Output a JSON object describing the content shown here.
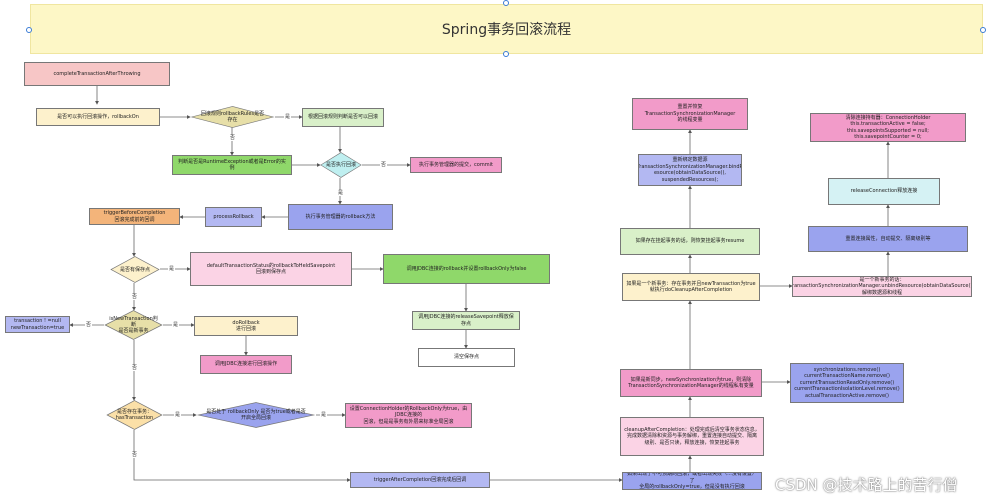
{
  "title": "Spring事务回滚流程",
  "watermark": "CSDN @技术路上的苦行僧",
  "nodes": {
    "n_complete": "completeTransactionAfterThrowing",
    "n_canrollback": "是否可以执行回滚操作，rollbackOn",
    "n_rules": "回滚规则rollbackRules是否存在",
    "n_byrules": "根据回滚规则判断是否可以回滚",
    "n_runtime": "判断是否是RuntimeException或者是Error的实例",
    "n_exec": "是否执行回滚",
    "n_commit": "执行事务管理器的提交，commit",
    "n_rollbackmethod": "执行事务管理器的rollback方法",
    "n_process": "processRollback",
    "n_trigger_before": "triggerBeforeCompletion\n回滚完成前的回调",
    "n_hassave": "是否有保存点",
    "n_default": "defaultTransactionStatus的rollbackToHeldSavepoint\n回滚到保存点",
    "n_jdbc_rbonly": "调用JDBC连接的rollback并设置rollbackOnly为false",
    "n_jdbc_release": "调用JDBC连接的releaseSavepoint释放保存点",
    "n_clear_save": "清空保存点",
    "n_isnew": "isNewTransaction判断\n是否是新事务",
    "n_txnull": "transaction ! =null\nnewTransaction=true",
    "n_dorollback": "doRollback\n进行回滚",
    "n_jdbc_rb": "调用JDBC连接进行回滚操作",
    "n_exists": "是否存在事务：\nhasTransaction",
    "n_partial": "是否处于 rollbackOnly 是否为true或者是否\n开启全局回滚",
    "n_setrbonly": "设置ConnectionHolder的RollbackOnly为true，由JDBC连接的\n回滚，但是是事务有外层来标准全局回滚",
    "n_trigger_after": "triggerAfterCompletion回滚完成后回调",
    "n_unexpected": "如果出现了不可预期的回滚，或者出现失败（...没有设置）了\n全局的rollbackOnly=true，但是没有执行回滚",
    "n_cleanup": "cleanupAfterCompletion：处理完成后清空事务状态信息，\n完成数据清除和资源与事务解绑，重置连接自动提交、隔离\n级别、是否只读，释放连接，恢复挂起事务",
    "n_newsync": "如果是新同步，newSynchronization为true，则清除\nTransactionSynchronizationManager的线程私有变量",
    "n_syncs": "synchronizations.remove()\ncurrentTransactionName.remove()\ncurrentTransactionReadOnly.remove()\ncurrentTransactionIsolationLevel.remove()\nactualTransactionActive.remove()",
    "n_isnewtx": "如果是一个新事务：存在事务并且newTransaction为true\n就执行doCleanupAfterCompletion",
    "n_resume": "如果存在挂起事务的话，则恢复挂起事务resume",
    "n_rebind": "重新绑定数据源\nTransactionSynchronizationManager.bindR\nesource(obtainDataSource(),\nsuspendedResources);",
    "n_reset": "重置并恢复\nTransactionSynchronizationManager\n的线程变量",
    "n_unbind": "是一个新事务的话：\nTransactionSynchronizationManager.unbindResource(obtainDataSource())\n解绑数据源和线程",
    "n_restore": "重置连接属性，自动提交、隔离级别等",
    "n_release_conn": "releaseConnection释放连接",
    "n_clear_holder": "清除连接持有器：ConnectionHolder\nthis.transactionActive = false;\nthis.savepointsSupported = null;\nthis.savepointCounter = 0;"
  },
  "labels": {
    "yes1": "是",
    "no1": "否",
    "yes2": "是",
    "no2": "否",
    "yes3": "是",
    "no3": "否",
    "yes4": "是",
    "no4": "否",
    "yes5": "是",
    "no5": "否",
    "yes6": "是",
    "no6": "否"
  }
}
